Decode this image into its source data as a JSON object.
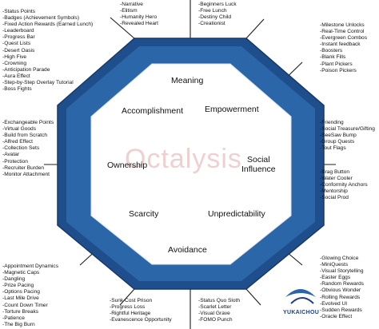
{
  "colors": {
    "octagon_outer": "#1f4e8c",
    "octagon_ring": "#2a66a8",
    "inner_panel": "#ffffff",
    "divider_lines": "#1c1c1c",
    "watermark": "#e08a8a"
  },
  "core_drives": {
    "meaning": "Meaning",
    "accomplishment": "Accomplishment",
    "empowerment": "Empowerment",
    "ownership": "Ownership",
    "social_line1": "Social",
    "social_line2": "Influence",
    "scarcity": "Scarcity",
    "unpredictability": "Unpredictability",
    "avoidance": "Avoidance"
  },
  "watermark_text": "Octalysis",
  "brand_text": "YUKAICHOU",
  "lists": {
    "top_left": [
      "-Status Points",
      "-Badges (Achievement Symbols)",
      "-Fixed Action Rewards (Earned Lunch)",
      "-Leaderboard",
      "-Progress Bar",
      "-Quest Lists",
      "-Desert Oasis",
      "-High Five",
      "-Crowning",
      "-Anticipation Parade",
      "-Aura Effect",
      "-Step-by-Step Overlay Tutorial",
      "-Boss Fights"
    ],
    "top_center_left": [
      "-Narrative",
      "-Elitism",
      "-Humanity Hero",
      "-Revealed Heart"
    ],
    "top_center_right": [
      "-Beginners Luck",
      "-Free Lunch",
      "-Destiny Child",
      "-Creationist"
    ],
    "top_right": [
      "-Milestone Unlocks",
      "-Real-Time Control",
      "-Evergreen Combos",
      "-Instant feedback",
      "-Boosters",
      "-Blank Fills",
      "-Plant Pickers",
      "-Poison Pickers"
    ],
    "left_middle": [
      "-Exchangeable Points",
      "-Virtual Goods",
      "-Build from Scratch",
      "-Alfred Effect",
      "-Collection Sets",
      "-Avatar",
      "-Protection",
      "-Recruiter Burden",
      "-Monitor Attachment"
    ],
    "right_upper": [
      "-Friending",
      "-Social Treasure/Gifting",
      "-SeeSaw Bump",
      "-Group Quests",
      "-Tout Flags"
    ],
    "right_lower": [
      "-Brag Button",
      "-Water Cooler",
      "-Conformity Anchors",
      "-Mentorship",
      "-Social Prod"
    ],
    "bottom_left": [
      "-Appointment Dynamics",
      "-Magnetic Caps",
      "-Dangling",
      "-Prize Pacing",
      "-Options Pacing",
      "-Last Mile Drive",
      "-Count Down Timer",
      "-Torture Breaks",
      "-Patience",
      "-The Big Burn"
    ],
    "bottom_center_left": [
      "-Sunk Cost Prison",
      "-Progress Loss",
      "-Rightful Heritage",
      "-Evanescence Opportunity"
    ],
    "bottom_center_right": [
      "-Status Quo Sloth",
      "-Scarlet Letter",
      "-Visual Grave",
      "-FOMO Punch"
    ],
    "bottom_right": [
      "-Glowing Choice",
      "-MiniQuests",
      "-Visual Storytelling",
      "-Easter Eggs",
      "-Random Rewards",
      "-Obvious Wonder",
      "-Rolling Rewards",
      "-Evolved UI",
      "-Sudden Rewards",
      "-Oracle Effect"
    ]
  }
}
